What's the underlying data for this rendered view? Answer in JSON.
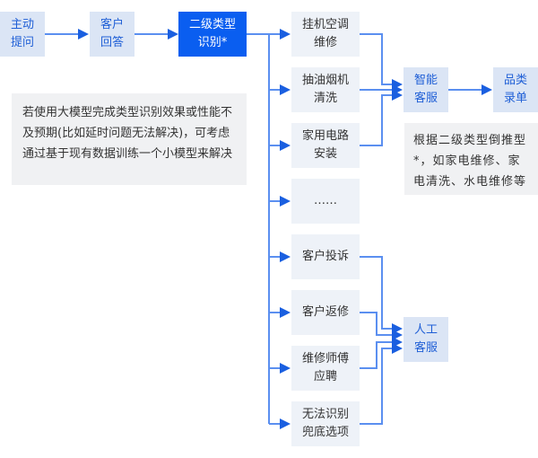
{
  "flow": {
    "start": "主动\n提问",
    "answer": "客户\n回答",
    "classify": "二级类型\n识别*",
    "categories": [
      "挂机空调\n维修",
      "抽油烟机\n清洗",
      "家用电路\n安装",
      "……",
      "客户投诉",
      "客户返修",
      "维修师傅\n应聘",
      "无法识别\n兜底选项"
    ],
    "smart_service": "智能\n客服",
    "category_entry": "品类\n录单",
    "human_service": "人工\n客服"
  },
  "notes": {
    "model_note": "若使用大模型完成类型识别效果或性能不及预期(比如延时问题无法解决)，可考虑通过基于现有数据训练一个小模型来解决",
    "infer_note": "根据二级类型倒推型*，如家电维修、家电清洗、水电维修等"
  },
  "colors": {
    "line": "#5b8ff0",
    "arrow": "#1a5fe0",
    "accent": "#0a5ef0"
  }
}
